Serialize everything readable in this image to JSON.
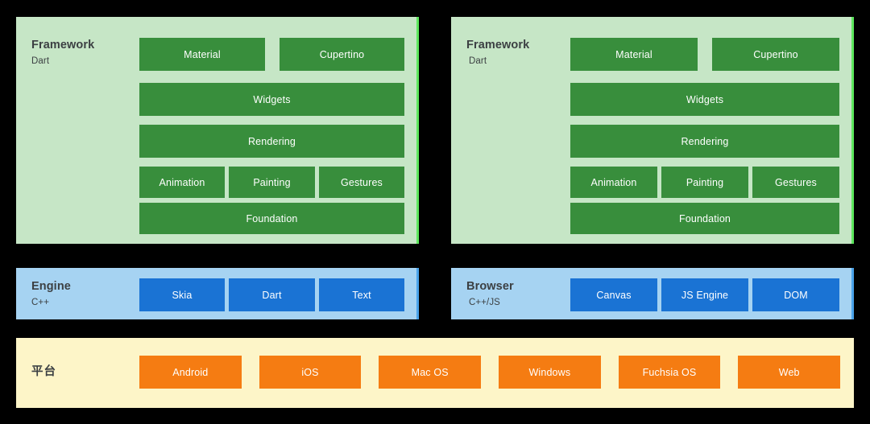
{
  "diagram": {
    "colors": {
      "framework_panel": "#c6e6c6",
      "framework_box": "#388e3c",
      "engine_panel": "#a6d3f2",
      "engine_box": "#1a73d4",
      "platform_panel": "#fdf5c8",
      "platform_box": "#f57c12",
      "label_text": "#3c4043",
      "box_text": "#ffffff",
      "background": "#000000"
    },
    "columns": [
      {
        "id": "native",
        "framework": {
          "title": "Framework",
          "subtitle": "Dart",
          "rows": [
            {
              "id": "top",
              "items": [
                "Material",
                "Cupertino"
              ]
            },
            {
              "id": "widgets",
              "items": [
                "Widgets"
              ]
            },
            {
              "id": "rendering",
              "items": [
                "Rendering"
              ]
            },
            {
              "id": "trio",
              "items": [
                "Animation",
                "Painting",
                "Gestures"
              ]
            },
            {
              "id": "foundation",
              "items": [
                "Foundation"
              ]
            }
          ]
        },
        "engine": {
          "title": "Engine",
          "subtitle": "C++",
          "items": [
            "Skia",
            "Dart",
            "Text"
          ]
        }
      },
      {
        "id": "web",
        "framework": {
          "title": "Framework",
          "subtitle": "Dart",
          "rows": [
            {
              "id": "top",
              "items": [
                "Material",
                "Cupertino"
              ]
            },
            {
              "id": "widgets",
              "items": [
                "Widgets"
              ]
            },
            {
              "id": "rendering",
              "items": [
                "Rendering"
              ]
            },
            {
              "id": "trio",
              "items": [
                "Animation",
                "Painting",
                "Gestures"
              ]
            },
            {
              "id": "foundation",
              "items": [
                "Foundation"
              ]
            }
          ]
        },
        "engine": {
          "title": "Browser",
          "subtitle": "C++/JS",
          "items": [
            "Canvas",
            "JS Engine",
            "DOM"
          ]
        }
      }
    ],
    "platform": {
      "title": "平台",
      "items": [
        "Android",
        "iOS",
        "Mac OS",
        "Windows",
        "Fuchsia OS",
        "Web"
      ]
    }
  }
}
